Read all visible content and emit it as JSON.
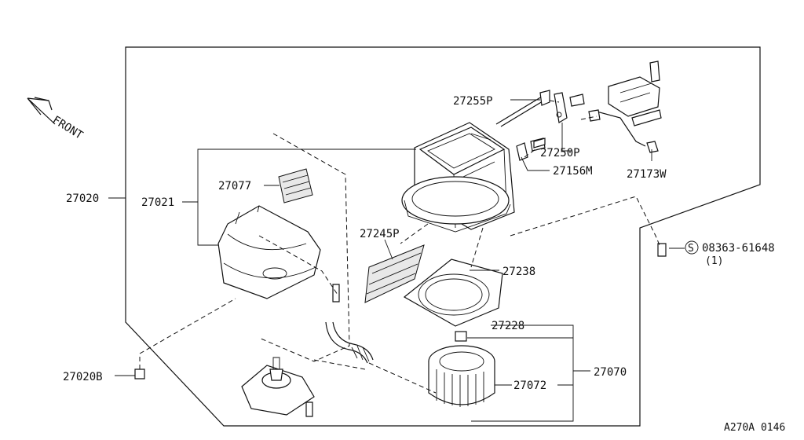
{
  "labels": {
    "front": "FRONT",
    "p27020": "27020",
    "p27021": "27021",
    "p27077": "27077",
    "p27255P": "27255P",
    "p27250P": "27250P",
    "p27156M": "27156M",
    "p27173W": "27173W",
    "p27245P": "27245P",
    "p27238": "27238",
    "p27228": "27228",
    "p27070": "27070",
    "p27072": "27072",
    "p27020B": "27020B",
    "bolt_code": "08363-61648",
    "bolt_qty": "(1)",
    "bolt_prefix": "S",
    "figure_ref": "A270A 0146"
  }
}
